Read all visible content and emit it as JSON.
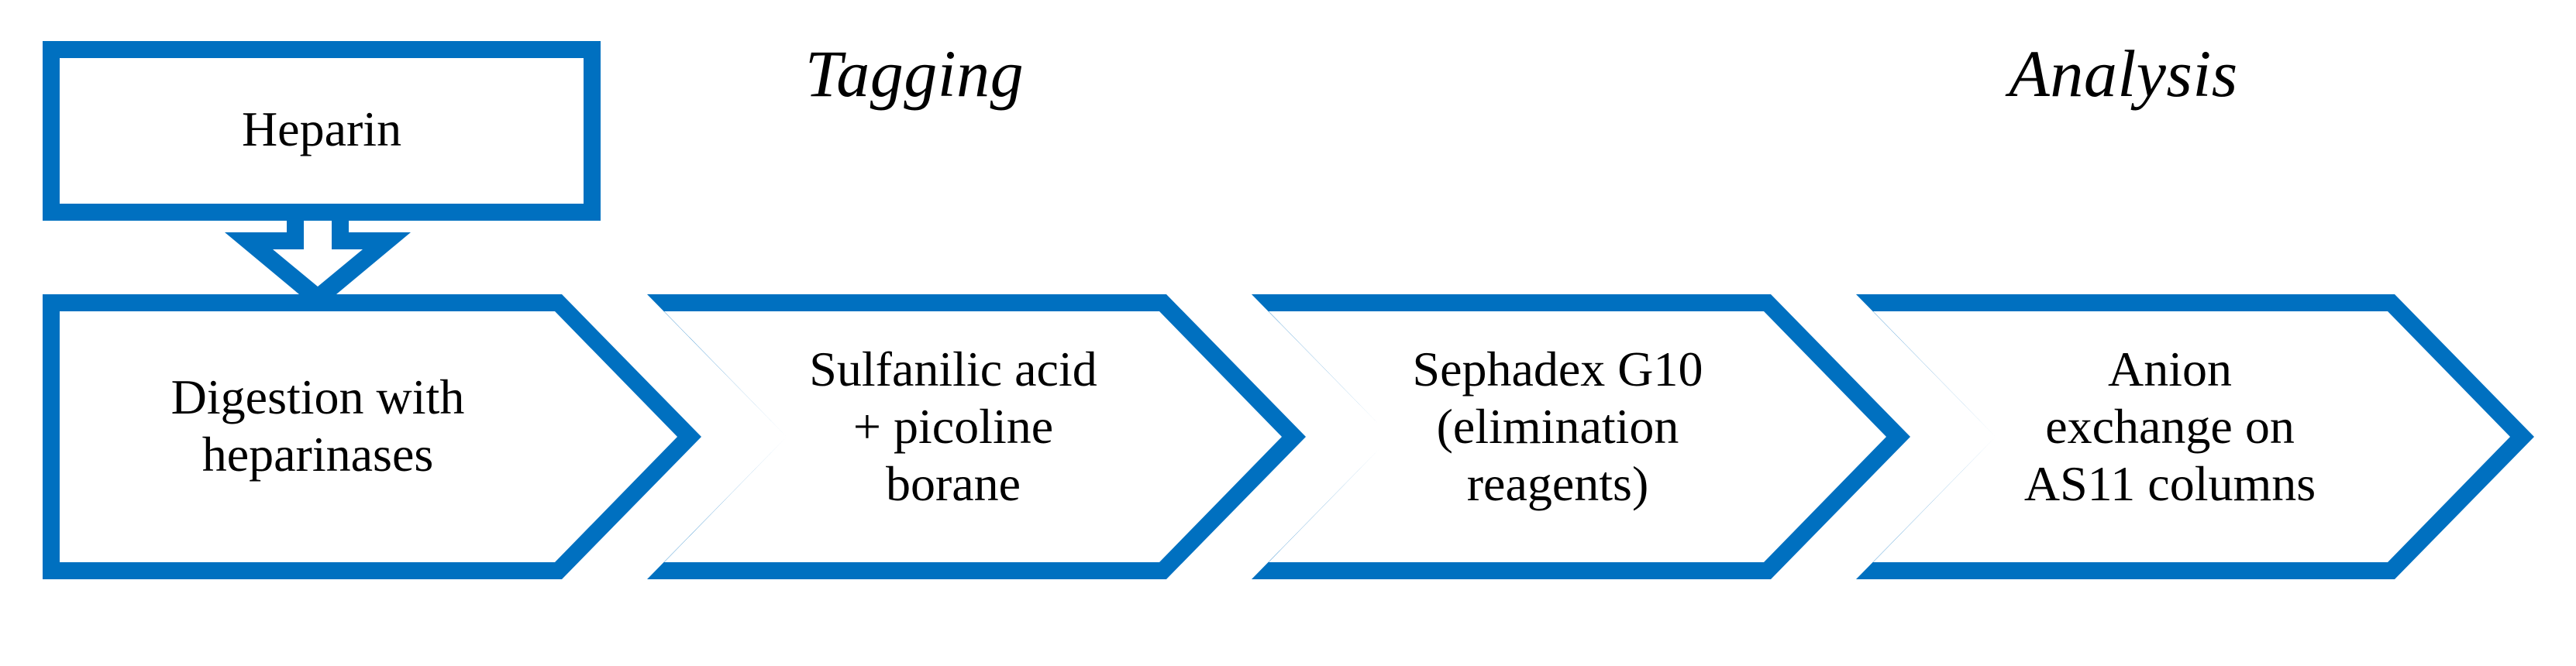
{
  "theme": {
    "accent_blue": "#0070C0",
    "fill": "#FFFFFF",
    "text": "#000000",
    "background": "#FFFFFF"
  },
  "phases": [
    {
      "id": "tagging",
      "label": "Tagging"
    },
    {
      "id": "analysis",
      "label": "Analysis"
    }
  ],
  "source": {
    "label": "Heparin"
  },
  "connector": {
    "name": "down-arrow",
    "from": "Heparin",
    "to": "Digestion with heparinases"
  },
  "steps": [
    {
      "id": "digestion",
      "label": "Digestion with\nheparinases"
    },
    {
      "id": "tagging-reagents",
      "label": "Sulfanilic acid\n+ picoline\nborane"
    },
    {
      "id": "cleanup",
      "label": "Sephadex G10\n(elimination\nreagents)"
    },
    {
      "id": "analysis-column",
      "label": "Anion\nexchange on\nAS11 columns"
    }
  ]
}
